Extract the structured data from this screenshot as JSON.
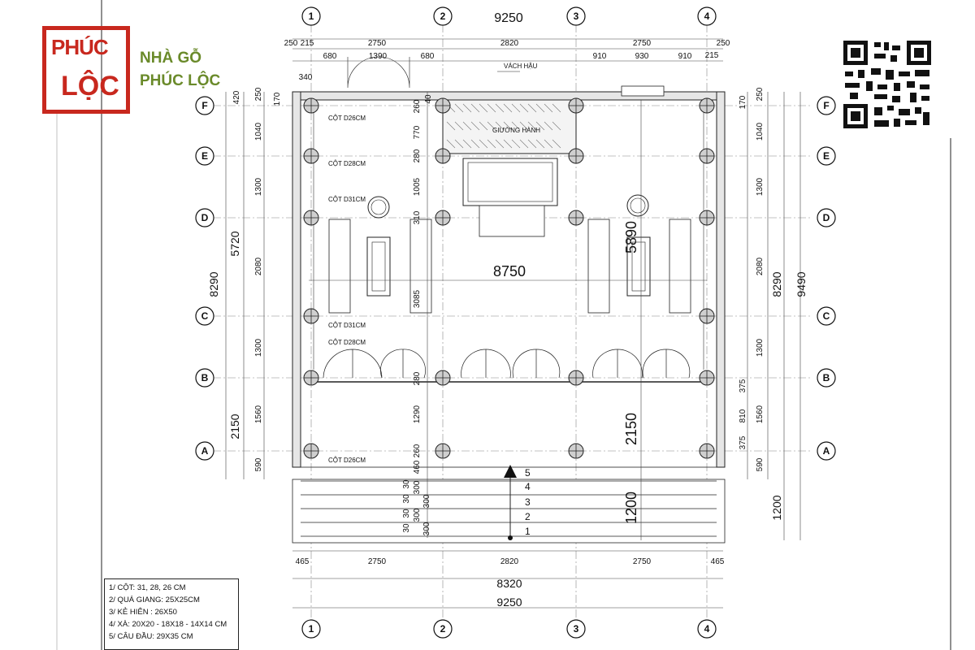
{
  "brand": {
    "logo_line1": "PHÚC",
    "logo_line2": "LỘC",
    "name_line1": "NHÀ GỖ",
    "name_line2": "PHÚC LỘC",
    "accent_color": "#c8281e",
    "text_color": "#6a8a2a"
  },
  "axes": {
    "columns": [
      "1",
      "2",
      "3",
      "4"
    ],
    "rows": [
      "F",
      "E",
      "D",
      "C",
      "B",
      "A"
    ]
  },
  "dims": {
    "top_total": "9250",
    "top_segments": [
      "250",
      "215",
      "2750",
      "2820",
      "2750",
      "250",
      "215"
    ],
    "door_segments": [
      "680",
      "1390",
      "680"
    ],
    "window_segments": [
      "910",
      "930",
      "910"
    ],
    "bottom_segments": [
      "465",
      "2750",
      "2820",
      "2750",
      "465"
    ],
    "bottom_inner": "8320",
    "bottom_total": "9250",
    "left_outer": [
      "420",
      "5720",
      "2150"
    ],
    "left_outer2": "8290",
    "left_inner": [
      "250",
      "170",
      "1040",
      "1300",
      "2080",
      "1300",
      "1560",
      "590"
    ],
    "left_small": "340",
    "right_inner": [
      "170",
      "250",
      "1040",
      "1300",
      "2080",
      "1300",
      "1560",
      "590"
    ],
    "right_sub": [
      "375",
      "810",
      "375"
    ],
    "right_outer": [
      "8290",
      "9490",
      "1200"
    ],
    "center_inner": [
      "260",
      "40",
      "770",
      "280",
      "1005",
      "310",
      "3085",
      "280",
      "1290",
      "260",
      "460"
    ],
    "center_width": "8750",
    "center_depth": "5890",
    "front_depth": "2150",
    "steps_depth": "1200",
    "step_dims": [
      "30",
      "300"
    ]
  },
  "labels": {
    "back_wall": "VÁCH HẬU",
    "bed": "GIƯỜNG HÀNH",
    "columns": [
      "CỘT D26CM",
      "CỘT D28CM",
      "CỘT D31CM",
      "CỘT D31CM",
      "CỘT D28CM",
      "CỘT D26CM"
    ]
  },
  "steps": [
    "5",
    "4",
    "3",
    "2",
    "1"
  ],
  "notes": [
    "1/ CỘT: 31, 28, 26 CM",
    "2/ QUÁ GIANG: 25X25CM",
    "3/ KẺ HIÊN : 26X50",
    "4/ XÀ: 20X20 - 18X18 - 14X14 CM",
    "5/ CÂU ĐẦU: 29X35 CM"
  ]
}
